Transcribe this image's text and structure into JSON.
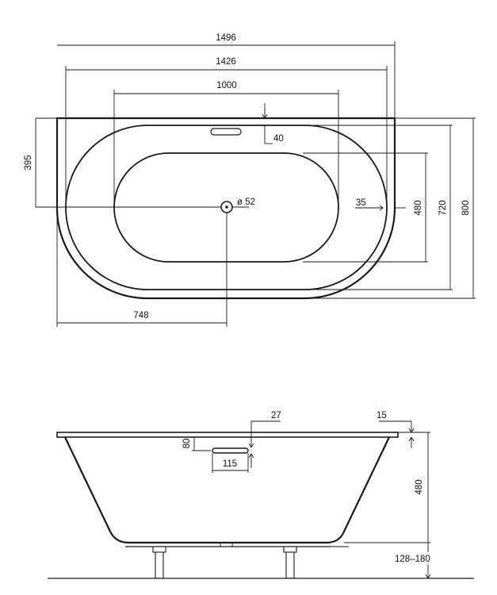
{
  "top_view": {
    "dims": {
      "total_width": "1496",
      "rim_width": "1426",
      "basin_width": "1000",
      "wall_offset": "40",
      "depth_to_drain": "395",
      "drain_diameter": "ø 52",
      "side_offset": "35",
      "basin_depth": "480",
      "rim_depth": "720",
      "total_depth": "800",
      "drain_from_left": "748"
    }
  },
  "side_view": {
    "dims": {
      "overflow_size": "27",
      "rim_thickness": "15",
      "overflow_height": "80",
      "overflow_width": "115",
      "tub_height": "480",
      "leg_height": "128–180"
    }
  },
  "colors": {
    "line": "#1a1a1a",
    "background": "#ffffff"
  }
}
